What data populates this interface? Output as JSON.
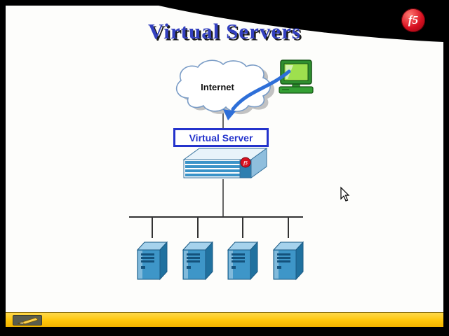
{
  "slide": {
    "title": "Virtual Servers",
    "logo_text": "f5"
  },
  "diagram": {
    "internet_label": "Internet",
    "virtual_server_label": "Virtual Server",
    "server_count": 4
  },
  "colors": {
    "frame_black": "#000000",
    "slide_bg": "#fdfdfb",
    "title_blue": "#3340bf",
    "box_blue": "#2433cc",
    "arrow_blue": "#2e6fd8",
    "appliance_blue": "#3a93c8",
    "server_blue": "#3e96c8",
    "cloud_outline": "#7a9cc6",
    "f5_red": "#d81020",
    "bar_yellow": "#ffc60a"
  }
}
